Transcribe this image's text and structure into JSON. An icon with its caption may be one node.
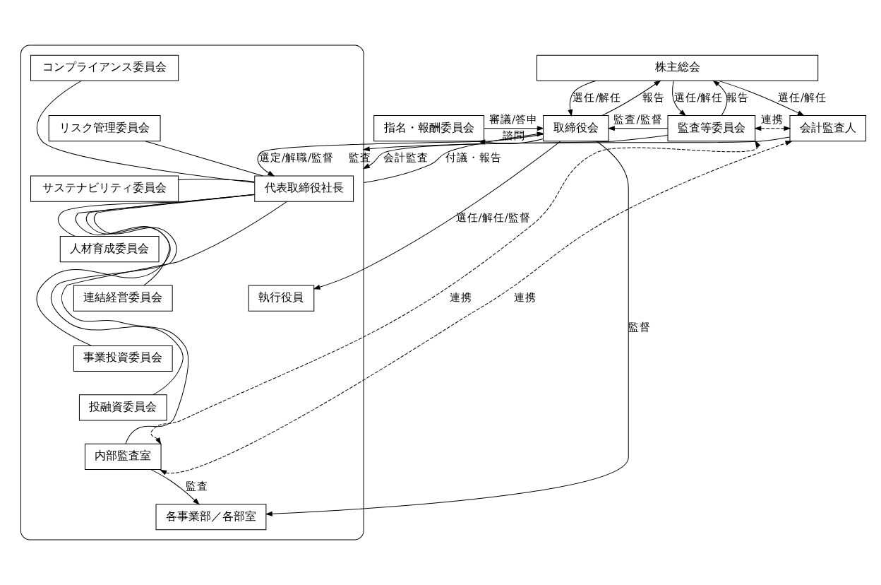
{
  "diagram": {
    "nodes": [
      {
        "text": [
          "株主総会"
        ]
      },
      {
        "text": [
          "指名・報酬委員会"
        ]
      },
      {
        "text": [
          "取締役会"
        ]
      },
      {
        "text": [
          "監査等委員会"
        ]
      },
      {
        "text": [
          "会計監査人"
        ]
      },
      {
        "text": [],
        "shape": "box"
      },
      {
        "text": [
          "代表取締役社長"
        ],
        "in": 5
      },
      {
        "text": [
          "執行役員"
        ],
        "in": 5
      },
      {
        "text": [
          "コンプライアンス委員会"
        ],
        "in": 5
      },
      {
        "text": [
          "リスク管理委員会"
        ],
        "in": 5
      },
      {
        "text": [
          "サステナビリティ委員会"
        ],
        "in": 5
      },
      {
        "text": [
          "人材育成委員会"
        ],
        "in": 5
      },
      {
        "text": [
          "連結経営委員会"
        ],
        "in": 5
      },
      {
        "text": [
          "事業投資委員会"
        ],
        "in": 5
      },
      {
        "text": [
          "投融資委員会"
        ],
        "in": 5
      },
      {
        "text": [
          "内部監査室"
        ],
        "in": 5
      },
      {
        "text": [
          "各事業部／各部室"
        ],
        "in": 5
      }
    ],
    "edges": [
      {
        "from": 2,
        "to": 0,
        "label": "報告",
        "arrow": "to"
      },
      {
        "from": 0,
        "to": 2,
        "label": "選任/解任",
        "arrow": "to"
      },
      {
        "from": 3,
        "to": 0,
        "label": "報告",
        "arrow": "to"
      },
      {
        "from": 0,
        "to": 3,
        "label": "選任/解任",
        "arrow": "to"
      },
      {
        "from": 0,
        "to": 4,
        "label": "選任/解任",
        "arrow": "to"
      },
      {
        "from": 1,
        "to": 2,
        "label": "審議/答申",
        "arrow": "to"
      },
      {
        "from": 2,
        "to": 1,
        "label": "諮問",
        "arrow": "to"
      },
      {
        "from": 3,
        "to": 2,
        "label": "監査/監督",
        "arrow": "to"
      },
      {
        "from": 3,
        "to": 4,
        "label": "連携",
        "arrow": "both",
        "style": "dashed"
      },
      {
        "from": 3,
        "to": 5,
        "label": "監査",
        "arrow": "to"
      },
      {
        "from": 5,
        "to": 2,
        "label": "付議・報告",
        "arrow": "to"
      },
      {
        "from": 2,
        "to": 6,
        "label": "選定/解職/監督",
        "arrow": "to"
      },
      {
        "from": 2,
        "to": 7,
        "label": "選任/解任/監督",
        "arrow": "to"
      },
      {
        "from": 2,
        "to": 16,
        "label": "監督",
        "arrow": "to"
      },
      {
        "from": 4,
        "to": 5,
        "label": "会計監査",
        "arrow": "to"
      },
      {
        "from": 15,
        "to": 3,
        "label": "連携",
        "arrow": "both",
        "style": "dashed"
      },
      {
        "from": 15,
        "to": 4,
        "label": "連携",
        "arrow": "both",
        "style": "dashed"
      },
      {
        "from": 6,
        "to": 8,
        "arrow": "none"
      },
      {
        "from": 6,
        "to": 9,
        "arrow": "none"
      },
      {
        "from": 6,
        "to": 10,
        "arrow": "none"
      },
      {
        "from": 6,
        "to": 11,
        "arrow": "none"
      },
      {
        "from": 6,
        "to": 12,
        "arrow": "none"
      },
      {
        "from": 6,
        "to": 13,
        "arrow": "none"
      },
      {
        "from": 6,
        "to": 14,
        "arrow": "none"
      },
      {
        "from": 6,
        "to": 15,
        "arrow": "none"
      },
      {
        "from": 15,
        "to": 16,
        "label": "監査",
        "arrow": "to"
      }
    ]
  }
}
